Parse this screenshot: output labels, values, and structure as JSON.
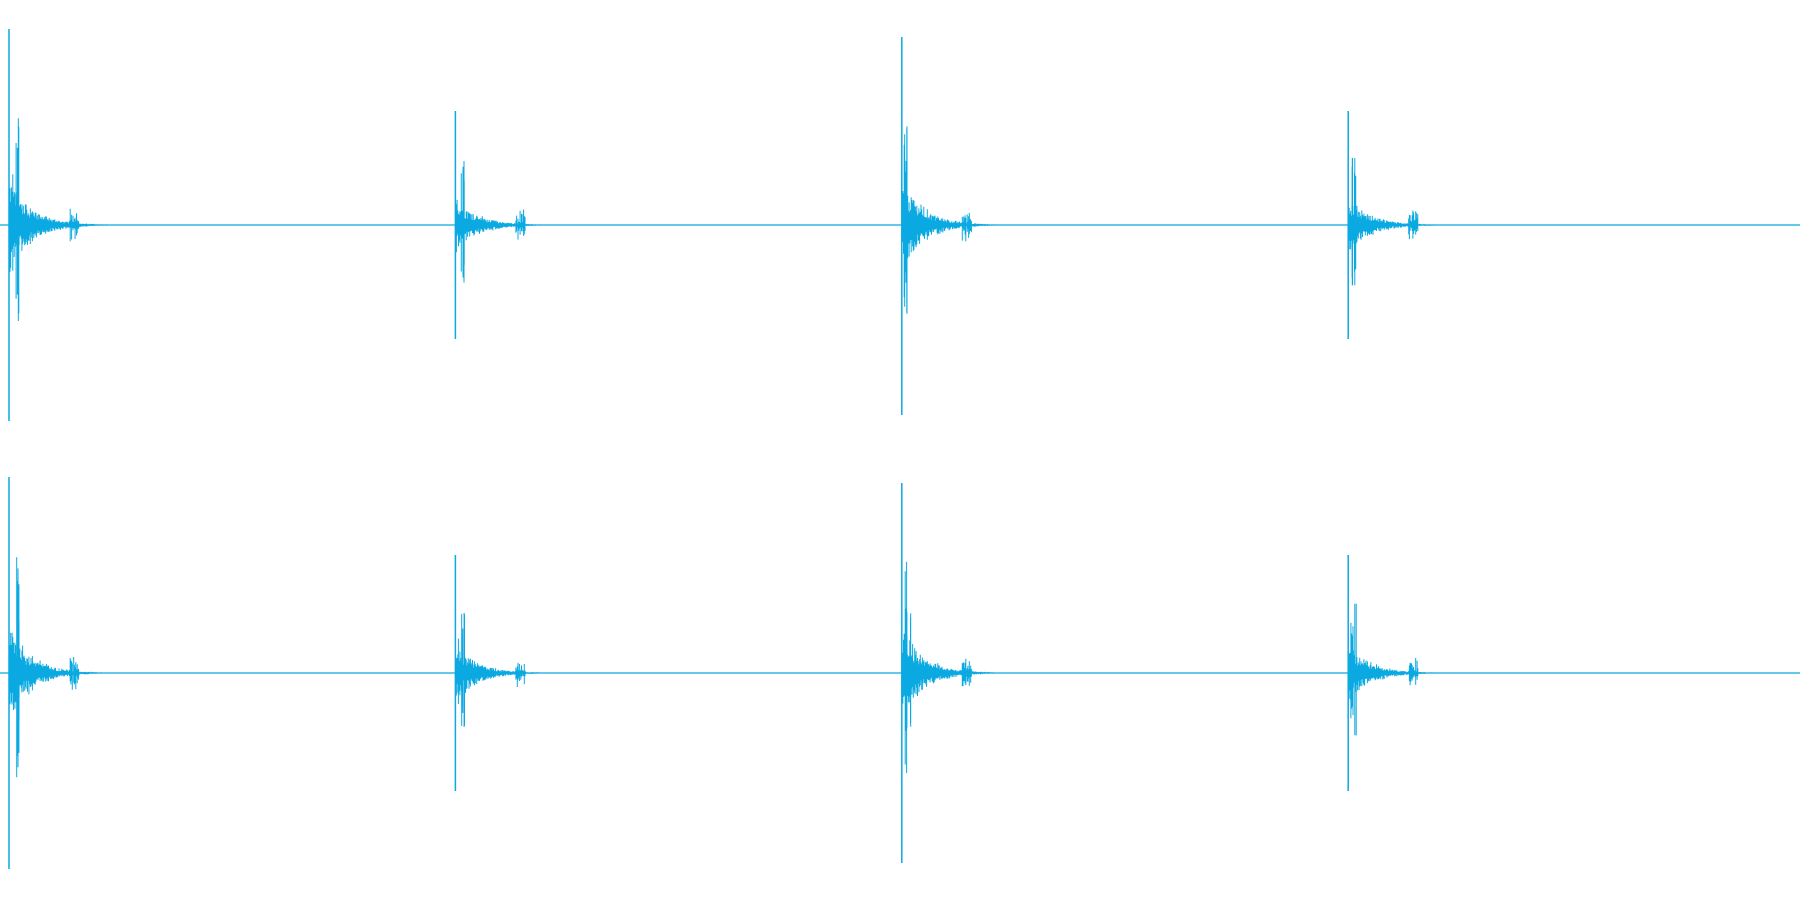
{
  "colors": {
    "background": "#ffffff",
    "waveform": "#0aa9e1"
  },
  "chart_data": {
    "type": "waveform",
    "title": "",
    "xlabel": "",
    "ylabel": "",
    "ylim": [
      -1,
      1
    ],
    "grid": false,
    "legend": "none",
    "channels": [
      {
        "transients": [
          {
            "position": 0.005,
            "peak_up": 0.98,
            "peak_down": 0.98
          },
          {
            "position": 0.253,
            "peak_up": 0.57,
            "peak_down": 0.57
          },
          {
            "position": 0.501,
            "peak_up": 0.94,
            "peak_down": 0.95
          },
          {
            "position": 0.749,
            "peak_up": 0.57,
            "peak_down": 0.57
          }
        ]
      },
      {
        "transients": [
          {
            "position": 0.005,
            "peak_up": 0.98,
            "peak_down": 0.98
          },
          {
            "position": 0.253,
            "peak_up": 0.59,
            "peak_down": 0.59
          },
          {
            "position": 0.501,
            "peak_up": 0.95,
            "peak_down": 0.95
          },
          {
            "position": 0.749,
            "peak_up": 0.59,
            "peak_down": 0.59
          }
        ]
      }
    ]
  }
}
